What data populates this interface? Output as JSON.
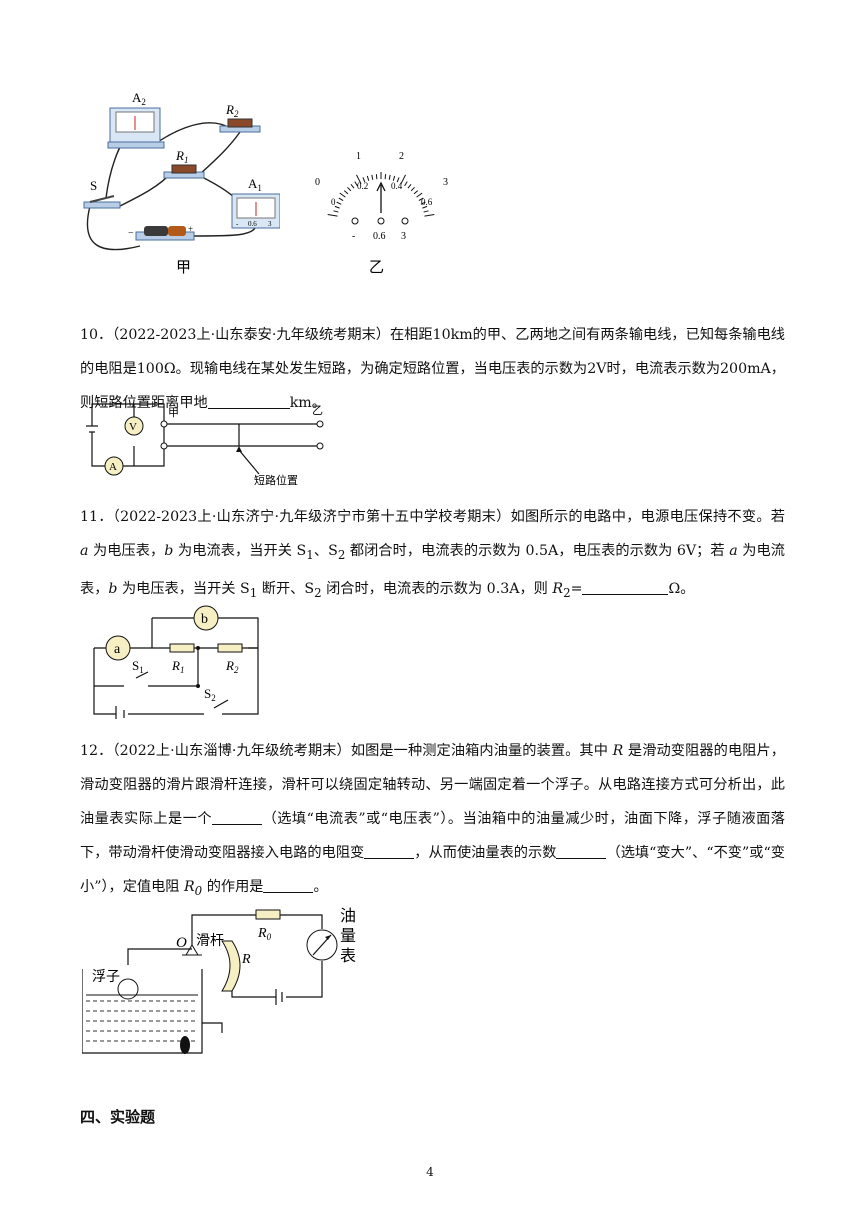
{
  "figure_top": {
    "label_jia": "甲",
    "label_yi": "乙",
    "components": {
      "A2": "A",
      "A2_sub": "2",
      "R2": "R",
      "R2_sub": "2",
      "R1": "R",
      "R1_sub": "1",
      "S": "S",
      "A1": "A",
      "A1_sub": "1",
      "meter_minus": "-",
      "meter_06": "0.6",
      "meter_3": "3"
    },
    "dial": {
      "outer_ticks": [
        "0",
        "1",
        "2",
        "3"
      ],
      "inner_ticks": [
        "0",
        "0.2",
        "0.4",
        "0.6"
      ],
      "terminals": [
        "-",
        "0.6",
        "3"
      ]
    }
  },
  "q10": {
    "number": "10．",
    "text_a": "（2022-2023上·山东泰安·九年级统考期末）在相距10km的甲、乙两地之间有两条输电线，已知每条输电线的电阻是100Ω。现输电线在某处发生短路，为确定短路位置，当电压表的示数为2V时，电流表示数为200mA，则短路位置距离甲地",
    "text_b": "km。",
    "fig": {
      "jia": "甲",
      "yi": "乙",
      "V": "V",
      "A": "A",
      "short": "短路位置"
    }
  },
  "q11": {
    "number": "11．",
    "text_a": "（2022-2023上·山东济宁·九年级济宁市第十五中学校考期末）如图所示的电路中，电源电压保持不变。若 ",
    "a": "a",
    "text_b": " 为电压表，",
    "b": "b",
    "text_c": " 为电流表，当开关 S",
    "sub1": "1",
    "text_d": "、S",
    "sub2": "2",
    "text_e": " 都闭合时，电流表的示数为 0.5A，电压表的示数为 6V；若 ",
    "text_f": " 为电流表，",
    "text_g": " 为电压表，当开关 S",
    "text_h": " 断开、S",
    "text_i": " 闭合时，电流表的示数为 0.3A，则 ",
    "R": "R",
    "text_j": "=",
    "text_k": "Ω。",
    "fig": {
      "a": "a",
      "b": "b",
      "R1": "R",
      "R2": "R",
      "S1": "S",
      "S2": "S",
      "s1": "1",
      "s2": "2"
    }
  },
  "q12": {
    "number": "12．",
    "text_a": "（2022上·山东淄博·九年级统考期末）如图是一种测定油箱内油量的装置。其中 ",
    "R": "R",
    "text_b": " 是滑动变阻器的电阻片，滑动变阻器的滑片跟滑杆连接，滑杆可以绕固定轴转动、另一端固定着一个浮子。从电路连接方式可分析出，此油量表实际上是一个",
    "text_c": "（选填“电流表”或“电压表”）。当油箱中的油量减少时，油面下降，浮子随液面落下，带动滑杆使滑动变阻器接入电路的电阻变",
    "text_d": "，从而使油量表的示数",
    "text_e": "（选填“变大”、“不变”或“变小”），定值电阻 ",
    "R0": "R",
    "R0_sub": "0",
    "text_f": " 的作用是",
    "text_g": "。",
    "fig": {
      "O": "O",
      "slider": "滑杆",
      "R": "R",
      "R0": "R",
      "R0_sub": "0",
      "float": "浮子",
      "gauge": [
        "油",
        "量",
        "表"
      ]
    }
  },
  "section_title": "四、实验题",
  "page_number": "4"
}
